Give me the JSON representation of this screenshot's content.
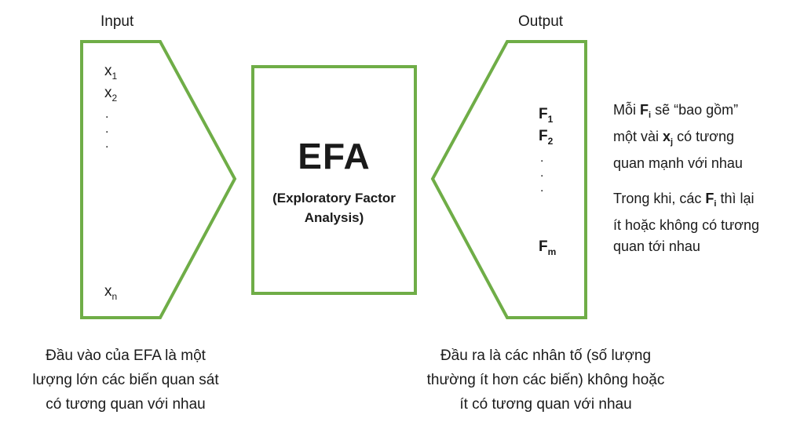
{
  "input_label": "Input",
  "output_label": "Output",
  "efa": {
    "title": "EFA",
    "subtitle_line1": "(Exploratory Factor",
    "subtitle_line2": "Analysis)"
  },
  "inputs": {
    "base": "x",
    "items": [
      "1",
      "2",
      "n"
    ]
  },
  "outputs": {
    "base": "F",
    "items": [
      "1",
      "2",
      "m"
    ]
  },
  "note1": {
    "t1": "Mỗi ",
    "b1": "F",
    "s1": "i",
    "t2": " sẽ “bao gồm”",
    "t3": "một vài ",
    "b2": "x",
    "s2": "j",
    "t4": " có tương",
    "line3": "quan mạnh với nhau"
  },
  "note2": {
    "t1": "Trong khi, các ",
    "b1": "F",
    "s1": "i",
    "t2": " thì lại",
    "line2": "ít hoặc không có tương",
    "line3": "quan tới nhau"
  },
  "caption_left": [
    "Đầu vào của EFA là một",
    "lượng lớn các biến quan sát",
    "có tương quan với nhau"
  ],
  "caption_right": [
    "Đầu ra là các nhân tố (số lượng",
    "thường ít hơn các biến) không hoặc",
    "ít có tương quan với nhau"
  ],
  "colors": {
    "outline": "#6fad47",
    "text": "#1a1a1a"
  }
}
